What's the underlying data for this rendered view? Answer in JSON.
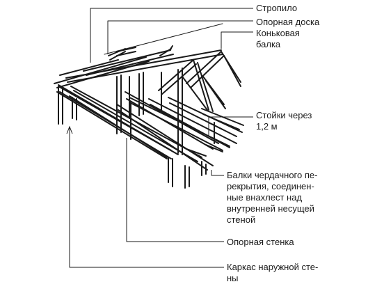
{
  "diagram": {
    "labels": {
      "rafter": "Стропило",
      "support_board": "Опорная доска",
      "ridge_beam_line1": "Коньковая",
      "ridge_beam_line2": "балка",
      "posts_line1": "Стойки через",
      "posts_line2": "1,2 м",
      "joists_line1": "Балки чердачного пе-",
      "joists_line2": "рекрытия, соединен-",
      "joists_line3": "ные внахлест над",
      "joists_line4": "внутренней несущей",
      "joists_line5": "стеной",
      "support_wall": "Опорная стенка",
      "outer_frame_line1": "Каркас наружной сте-",
      "outer_frame_line2": "ны"
    },
    "colors": {
      "ink": "#1a1a1a",
      "background": "#ffffff"
    }
  }
}
